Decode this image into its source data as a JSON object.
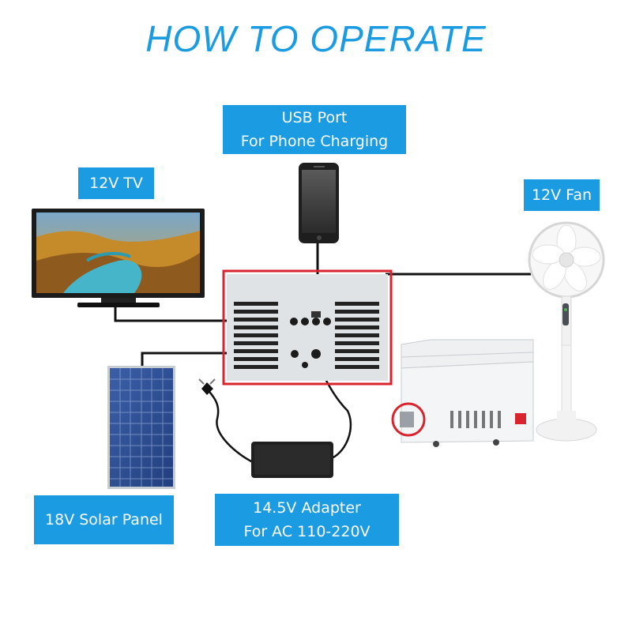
{
  "title": "HOW TO OPERATE",
  "labels": {
    "usb": {
      "line1": "USB Port",
      "line2": "For Phone Charging"
    },
    "tv": "12V TV",
    "fan": "12V Fan",
    "solar": "18V Solar Panel",
    "adapter": {
      "line1": "14.5V Adapter",
      "line2": "For AC 110-220V"
    }
  },
  "colors": {
    "accent": "#1a9be2",
    "highlight": "#d9232d",
    "wire": "#111111"
  }
}
